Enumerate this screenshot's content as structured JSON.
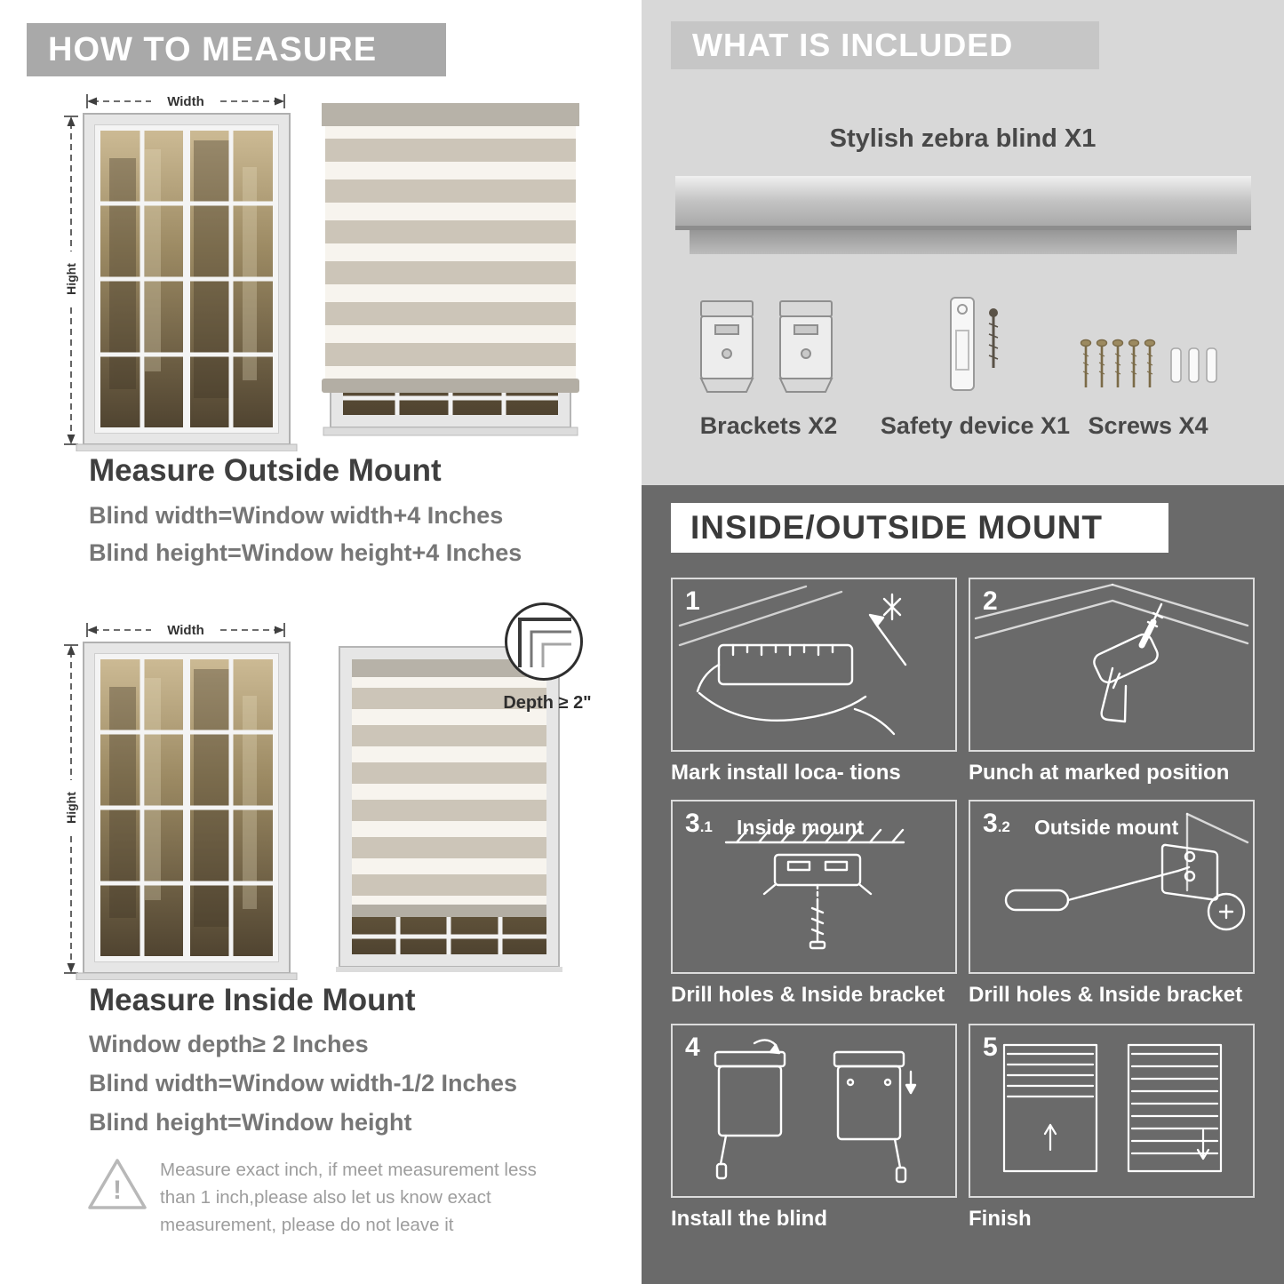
{
  "colors": {
    "measure_banner": "#a9a9a9",
    "included_bg": "#d8d8d8",
    "included_banner": "#c6c6c6",
    "mount_bg": "#6a6a6a",
    "heading_text": "#3f3f3f",
    "body_text": "#767676"
  },
  "measure": {
    "header": "HOW TO MEASURE",
    "labels": {
      "width": "Width",
      "height": "Hight"
    },
    "outside": {
      "title": "Measure Outside Mount",
      "line1": "Blind width=Window width+4 Inches",
      "line2": "Blind height=Window height+4 Inches"
    },
    "inside": {
      "title": "Measure Inside Mount",
      "depth_callout": "Depth ≥ 2\"",
      "line1": "Window depth≥ 2 Inches",
      "line2": "Blind width=Window width-1/2 Inches",
      "line3": "Blind height=Window height"
    },
    "warning": {
      "mark": "!",
      "line1": "Measure exact inch, if meet measurement less",
      "line2": "than 1 inch,please also let us know exact",
      "line3": "measurement, please do not leave it"
    }
  },
  "included": {
    "header": "WHAT IS INCLUDED",
    "product": "Stylish zebra blind X1",
    "items": [
      {
        "label": "Brackets X2",
        "icon": "brackets-icon"
      },
      {
        "label": "Safety device X1",
        "icon": "safety-device-icon"
      },
      {
        "label": "Screws X4",
        "icon": "screws-icon"
      }
    ]
  },
  "mount": {
    "header": "INSIDE/OUTSIDE MOUNT",
    "steps": [
      {
        "num": "1",
        "num_sub": "",
        "title": "",
        "caption": "Mark install loca- tions"
      },
      {
        "num": "2",
        "num_sub": "",
        "title": "",
        "caption": "Punch at  marked position"
      },
      {
        "num": "3",
        "num_sub": ".1",
        "title": "Inside mount",
        "caption": "Drill holes &  Inside bracket"
      },
      {
        "num": "3",
        "num_sub": ".2",
        "title": "Outside mount",
        "caption": "Drill holes &  Inside bracket"
      },
      {
        "num": "4",
        "num_sub": "",
        "title": "",
        "caption": "Install the blind"
      },
      {
        "num": "5",
        "num_sub": "",
        "title": "",
        "caption": "Finish"
      }
    ]
  }
}
